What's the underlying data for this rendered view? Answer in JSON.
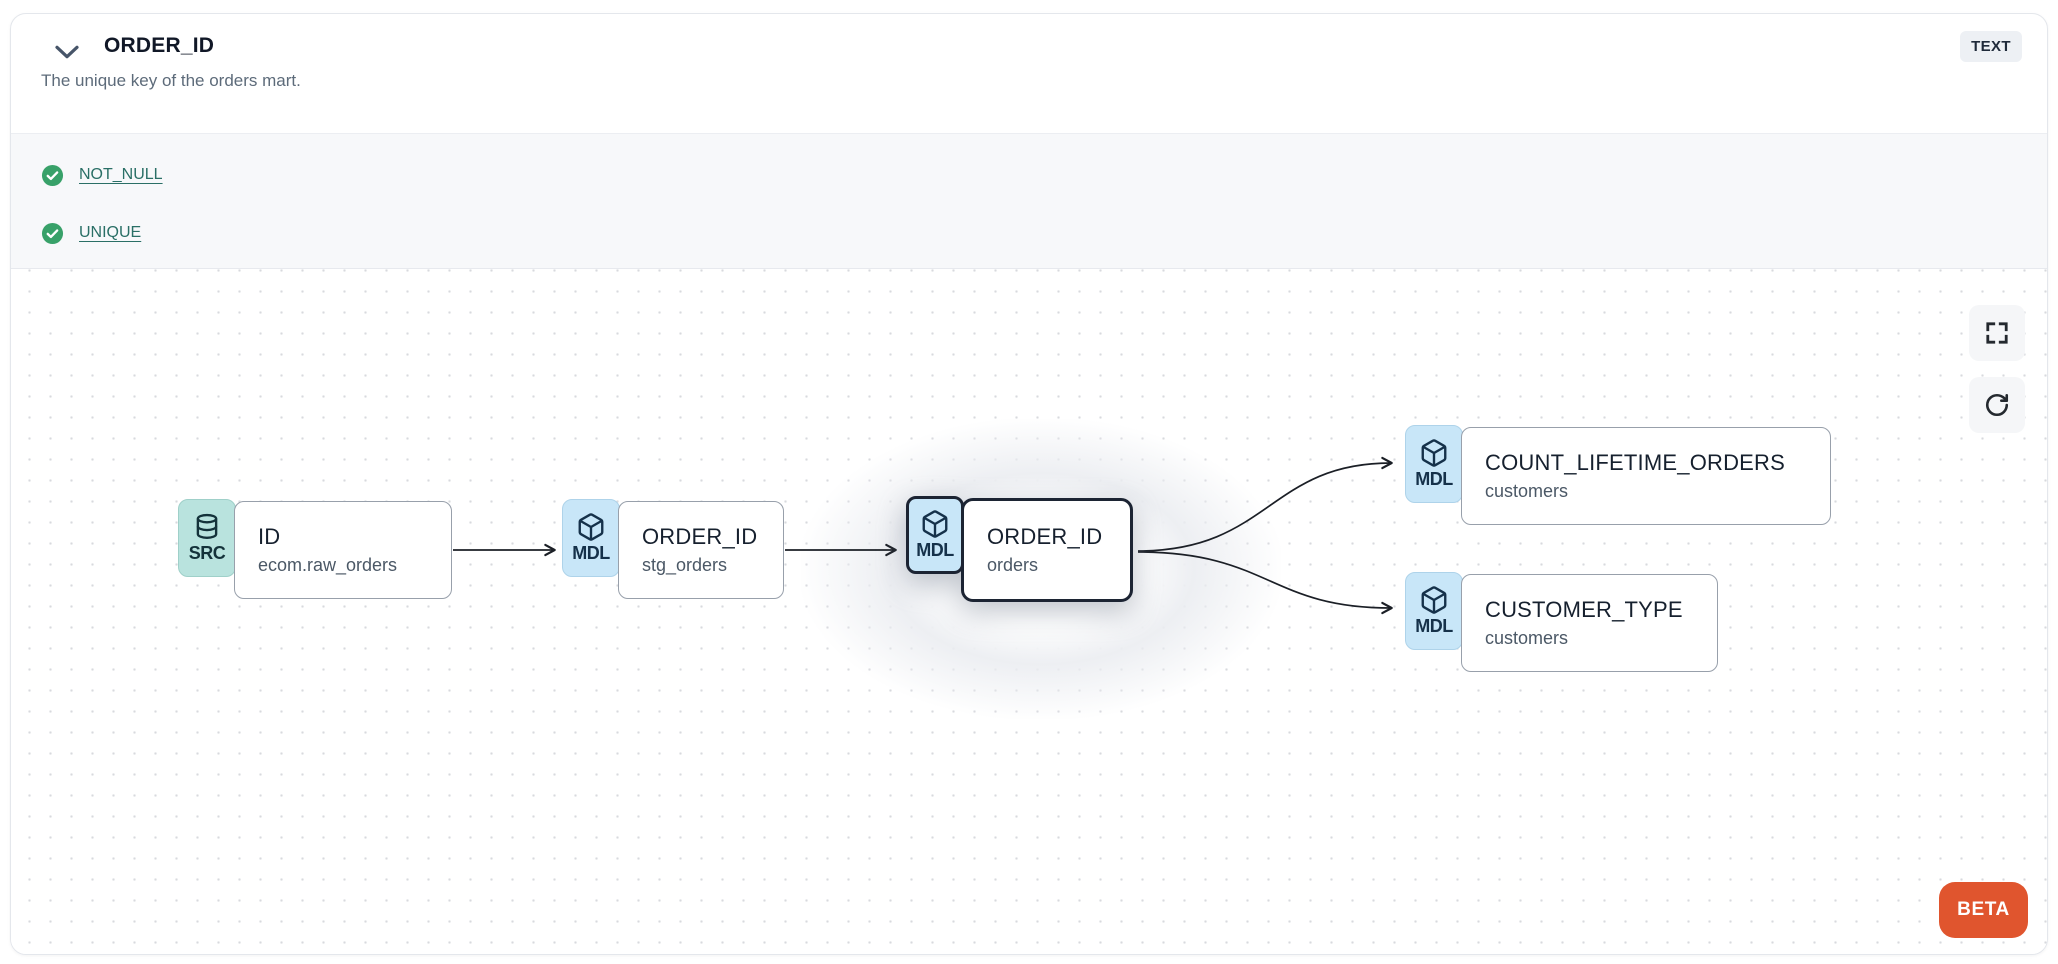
{
  "header": {
    "title": "ORDER_ID",
    "type_badge": "TEXT",
    "description": "The unique key of the orders mart.",
    "collapse_icon": "chevron-down-icon"
  },
  "tests": {
    "items": [
      {
        "label": "NOT_NULL",
        "status": "pass",
        "status_icon": "check-circle-icon"
      },
      {
        "label": "UNIQUE",
        "status": "pass",
        "status_icon": "check-circle-icon"
      }
    ]
  },
  "lineage": {
    "type": "diagram",
    "nodes": [
      {
        "badge": "SRC",
        "icon": "database-icon",
        "title": "ID",
        "subtitle": "ecom.raw_orders",
        "selected": false
      },
      {
        "badge": "MDL",
        "icon": "model-box-icon",
        "title": "ORDER_ID",
        "subtitle": "stg_orders",
        "selected": false
      },
      {
        "badge": "MDL",
        "icon": "model-box-icon",
        "title": "ORDER_ID",
        "subtitle": "orders",
        "selected": true
      },
      {
        "badge": "MDL",
        "icon": "model-box-icon",
        "title": "COUNT_LIFETIME_ORDERS",
        "subtitle": "customers",
        "selected": false
      },
      {
        "badge": "MDL",
        "icon": "model-box-icon",
        "title": "CUSTOMER_TYPE",
        "subtitle": "customers",
        "selected": false
      }
    ],
    "edges": [
      {
        "from": "ID (ecom.raw_orders)",
        "to": "ORDER_ID (stg_orders)"
      },
      {
        "from": "ORDER_ID (stg_orders)",
        "to": "ORDER_ID (orders)"
      },
      {
        "from": "ORDER_ID (orders)",
        "to": "COUNT_LIFETIME_ORDERS (customers)"
      },
      {
        "from": "ORDER_ID (orders)",
        "to": "CUSTOMER_TYPE (customers)"
      }
    ],
    "controls": [
      {
        "icon": "fullscreen-icon"
      },
      {
        "icon": "refresh-icon"
      }
    ],
    "beta_label": "BETA"
  },
  "colors": {
    "accent_orange": "#e0552e",
    "check_green": "#38a169",
    "link_teal": "#2a6f66",
    "src_badge": "#b9e3de",
    "mdl_badge": "#c8e6f8",
    "selected_border": "#1c2433",
    "node_border": "#98a0ab",
    "tests_bg": "#f7f8fa",
    "type_badge_bg": "#edf0f4"
  }
}
